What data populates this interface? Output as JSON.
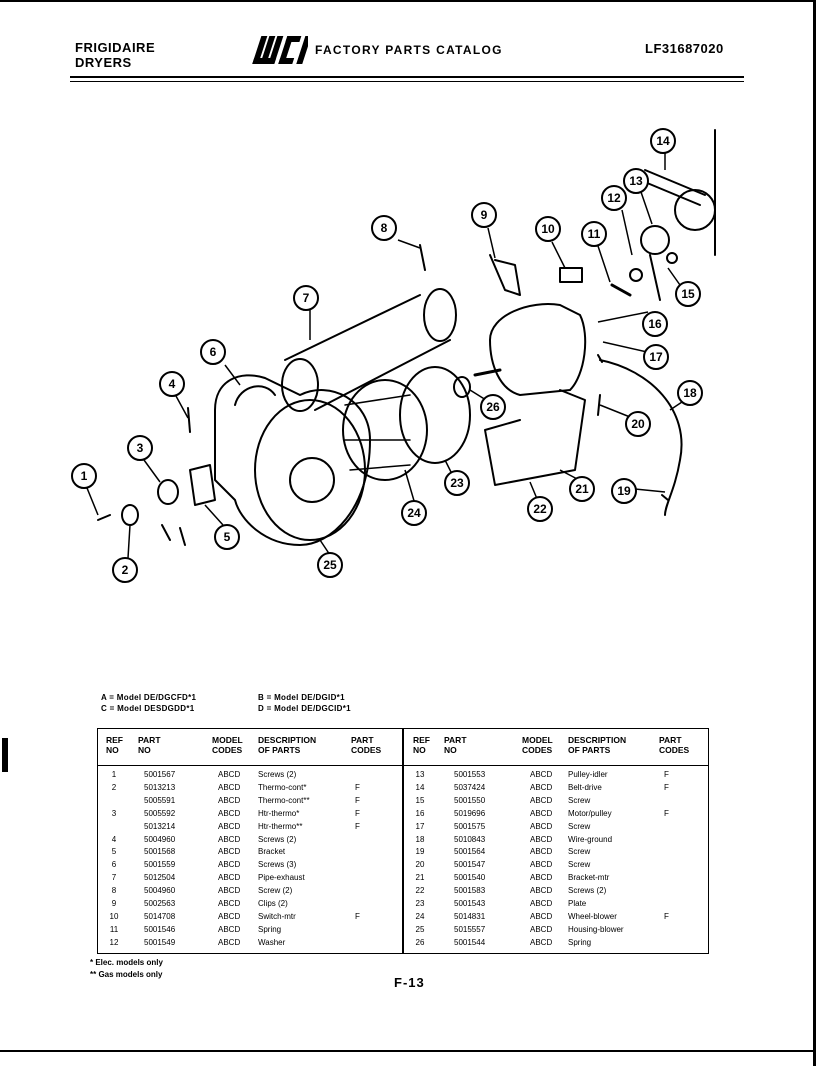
{
  "header": {
    "brand_line1": "FRIGIDAIRE",
    "brand_line2": "DRYERS",
    "logo_text": "WCI",
    "catalog_title": "FACTORY PARTS CATALOG",
    "catalog_number": "LF31687020"
  },
  "callouts": [
    "1",
    "2",
    "3",
    "4",
    "5",
    "6",
    "7",
    "8",
    "9",
    "10",
    "11",
    "12",
    "13",
    "14",
    "15",
    "16",
    "17",
    "18",
    "19",
    "20",
    "21",
    "22",
    "23",
    "24",
    "25",
    "26"
  ],
  "legend": {
    "a": "A = Model DE/DGCFD*1",
    "b": "B = Model DE/DGID*1",
    "c": "C = Model DESDGDD*1",
    "d": "D = Model DE/DGCID*1"
  },
  "table": {
    "headers": {
      "ref": [
        "REF",
        "NO"
      ],
      "part": [
        "PART",
        "NO"
      ],
      "model": [
        "MODEL",
        "CODES"
      ],
      "desc": [
        "DESCRIPTION",
        "OF PARTS"
      ],
      "codes": [
        "PART",
        "CODES"
      ]
    },
    "left_rows": [
      {
        "ref": "1",
        "part": "5001567",
        "model": "ABCD",
        "desc": "Screws (2)",
        "code": ""
      },
      {
        "ref": "2",
        "part": "5013213",
        "model": "ABCD",
        "desc": "Thermo-cont*",
        "code": "F"
      },
      {
        "ref": "",
        "part": "5005591",
        "model": "ABCD",
        "desc": "Thermo-cont**",
        "code": "F"
      },
      {
        "ref": "3",
        "part": "5005592",
        "model": "ABCD",
        "desc": "Htr-thermo*",
        "code": "F"
      },
      {
        "ref": "",
        "part": "5013214",
        "model": "ABCD",
        "desc": "Htr-thermo**",
        "code": "F"
      },
      {
        "ref": "4",
        "part": "5004960",
        "model": "ABCD",
        "desc": "Screws (2)",
        "code": ""
      },
      {
        "ref": "5",
        "part": "5001568",
        "model": "ABCD",
        "desc": "Bracket",
        "code": ""
      },
      {
        "ref": "6",
        "part": "5001559",
        "model": "ABCD",
        "desc": "Screws (3)",
        "code": ""
      },
      {
        "ref": "7",
        "part": "5012504",
        "model": "ABCD",
        "desc": "Pipe-exhaust",
        "code": ""
      },
      {
        "ref": "8",
        "part": "5004960",
        "model": "ABCD",
        "desc": "Screw (2)",
        "code": ""
      },
      {
        "ref": "9",
        "part": "5002563",
        "model": "ABCD",
        "desc": "Clips (2)",
        "code": ""
      },
      {
        "ref": "10",
        "part": "5014708",
        "model": "ABCD",
        "desc": "Switch-mtr",
        "code": "F"
      },
      {
        "ref": "11",
        "part": "5001546",
        "model": "ABCD",
        "desc": "Spring",
        "code": ""
      },
      {
        "ref": "12",
        "part": "5001549",
        "model": "ABCD",
        "desc": "Washer",
        "code": ""
      }
    ],
    "right_rows": [
      {
        "ref": "13",
        "part": "5001553",
        "model": "ABCD",
        "desc": "Pulley-idler",
        "code": "F"
      },
      {
        "ref": "14",
        "part": "5037424",
        "model": "ABCD",
        "desc": "Belt-drive",
        "code": "F"
      },
      {
        "ref": "15",
        "part": "5001550",
        "model": "ABCD",
        "desc": "Screw",
        "code": ""
      },
      {
        "ref": "16",
        "part": "5019696",
        "model": "ABCD",
        "desc": "Motor/pulley",
        "code": "F"
      },
      {
        "ref": "17",
        "part": "5001575",
        "model": "ABCD",
        "desc": "Screw",
        "code": ""
      },
      {
        "ref": "18",
        "part": "5010843",
        "model": "ABCD",
        "desc": "Wire-ground",
        "code": ""
      },
      {
        "ref": "19",
        "part": "5001564",
        "model": "ABCD",
        "desc": "Screw",
        "code": ""
      },
      {
        "ref": "20",
        "part": "5001547",
        "model": "ABCD",
        "desc": "Screw",
        "code": ""
      },
      {
        "ref": "21",
        "part": "5001540",
        "model": "ABCD",
        "desc": "Bracket-mtr",
        "code": ""
      },
      {
        "ref": "22",
        "part": "5001583",
        "model": "ABCD",
        "desc": "Screws (2)",
        "code": ""
      },
      {
        "ref": "23",
        "part": "5001543",
        "model": "ABCD",
        "desc": "Plate",
        "code": ""
      },
      {
        "ref": "24",
        "part": "5014831",
        "model": "ABCD",
        "desc": "Wheel-blower",
        "code": "F"
      },
      {
        "ref": "25",
        "part": "5015557",
        "model": "ABCD",
        "desc": "Housing-blower",
        "code": ""
      },
      {
        "ref": "26",
        "part": "5001544",
        "model": "ABCD",
        "desc": "Spring",
        "code": ""
      }
    ]
  },
  "notes": {
    "elec": "*    Elec. models only",
    "gas": "**  Gas models only"
  },
  "page_number": "F-13"
}
